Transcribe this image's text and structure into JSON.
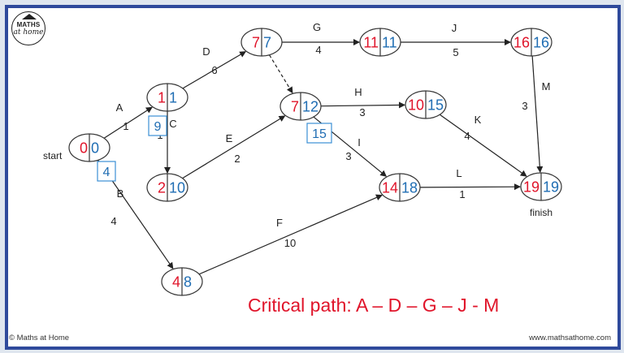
{
  "logo": {
    "line1": "MATHS",
    "line2": "at home"
  },
  "footer": {
    "copyright": "© Maths at Home",
    "website": "www.mathsathome.com"
  },
  "critical_path": "Critical path:  A – D – G – J - M",
  "colors": {
    "earliest": "#e0142a",
    "latest": "#1f6db3",
    "float_box": "#3b8fd4",
    "arrow": "#222222",
    "frame": "#2f4a9c"
  },
  "nodes": [
    {
      "id": "n0",
      "earliest": "0",
      "latest": "0"
    },
    {
      "id": "n1",
      "earliest": "1",
      "latest": "1"
    },
    {
      "id": "n2",
      "earliest": "2",
      "latest": "10"
    },
    {
      "id": "n3",
      "earliest": "4",
      "latest": "8"
    },
    {
      "id": "n4",
      "earliest": "7",
      "latest": "7"
    },
    {
      "id": "n5",
      "earliest": "7",
      "latest": "12"
    },
    {
      "id": "n6",
      "earliest": "11",
      "latest": "11"
    },
    {
      "id": "n7",
      "earliest": "10",
      "latest": "15"
    },
    {
      "id": "n8",
      "earliest": "14",
      "latest": "18"
    },
    {
      "id": "n9",
      "earliest": "16",
      "latest": "16"
    },
    {
      "id": "n10",
      "earliest": "19",
      "latest": "19"
    }
  ],
  "node_labels": {
    "start": "start",
    "finish": "finish"
  },
  "activities": [
    {
      "from": "n0",
      "to": "n1",
      "name": "A",
      "duration": "1"
    },
    {
      "from": "n0",
      "to": "n3",
      "name": "B",
      "duration": "4"
    },
    {
      "from": "n1",
      "to": "n2",
      "name": "C",
      "duration": "1"
    },
    {
      "from": "n1",
      "to": "n4",
      "name": "D",
      "duration": "6"
    },
    {
      "from": "n2",
      "to": "n5",
      "name": "E",
      "duration": "2"
    },
    {
      "from": "n3",
      "to": "n8",
      "name": "F",
      "duration": "10"
    },
    {
      "from": "n4",
      "to": "n6",
      "name": "G",
      "duration": "4"
    },
    {
      "from": "n5",
      "to": "n7",
      "name": "H",
      "duration": "3"
    },
    {
      "from": "n5",
      "to": "n8",
      "name": "I",
      "duration": "3"
    },
    {
      "from": "n6",
      "to": "n9",
      "name": "J",
      "duration": "5"
    },
    {
      "from": "n7",
      "to": "n10",
      "name": "K",
      "duration": "4"
    },
    {
      "from": "n8",
      "to": "n10",
      "name": "L",
      "duration": "1"
    },
    {
      "from": "n9",
      "to": "n10",
      "name": "M",
      "duration": "3"
    },
    {
      "from": "n4",
      "to": "n5",
      "name": "",
      "duration": "",
      "dummy": true
    }
  ],
  "float_boxes": [
    {
      "activity": "B",
      "value": "4"
    },
    {
      "activity": "C",
      "value": "9"
    },
    {
      "activity": "dummy",
      "value": "15"
    }
  ]
}
